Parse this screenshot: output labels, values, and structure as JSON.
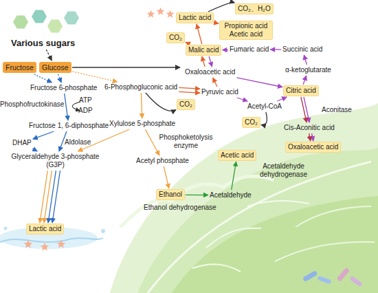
{
  "diagram": {
    "nodes": [
      {
        "text": [
          "Various sugars"
        ]
      },
      {
        "text": [
          "Fructose"
        ]
      },
      {
        "text": [
          "Glucose"
        ]
      },
      {
        "text": [
          "Fructose 6-phosphate"
        ]
      },
      {
        "text": [
          "Fructose 1, 6-diphosphate"
        ]
      },
      {
        "text": [
          "DHAP"
        ]
      },
      {
        "text": [
          "Glyceraldehyde 3-phosphate (G3P)"
        ]
      },
      {
        "text": [
          "Lactic acid"
        ]
      },
      {
        "text": [
          "6-Phosphogluconic acid"
        ]
      },
      {
        "text": [
          "CO₂"
        ]
      },
      {
        "text": [
          "Xylulose 5-phosphate"
        ]
      },
      {
        "text": [
          "Acetyl phosphate"
        ]
      },
      {
        "text": [
          "Ethanol"
        ]
      },
      {
        "text": [
          "Acetaldehyde"
        ]
      },
      {
        "text": [
          "Acetic acid"
        ]
      },
      {
        "text": [
          "Pyruvic acid"
        ]
      },
      {
        "text": [
          "Oxaloacetic acid"
        ]
      },
      {
        "text": [
          "Malic acid"
        ]
      },
      {
        "text": [
          "CO₂"
        ]
      },
      {
        "text": [
          "Lactic acid"
        ]
      },
      {
        "text": [
          "CO₂、H₂O"
        ]
      },
      {
        "text": [
          "Propionic acid Acetic acid"
        ]
      },
      {
        "text": [
          "Fumaric acid"
        ]
      },
      {
        "text": [
          "Succinic acid"
        ]
      },
      {
        "text": [
          "α-ketoglutarate"
        ]
      },
      {
        "text": [
          "Citric acid"
        ]
      },
      {
        "text": [
          "Acetyl-CoA"
        ]
      },
      {
        "text": [
          "CO₂"
        ]
      },
      {
        "text": [
          "Cis-Aconitic acid"
        ]
      },
      {
        "text": [
          "Oxaloacetic acid"
        ]
      }
    ],
    "edges": [
      {
        "from": 0,
        "to": 2,
        "arrow": "to"
      },
      {
        "from": 1,
        "to": 3,
        "arrow": "to"
      },
      {
        "from": 2,
        "to": 3,
        "arrow": "to"
      },
      {
        "from": 2,
        "to": 8,
        "arrow": "to"
      },
      {
        "from": 3,
        "to": 4,
        "arrow": "to"
      },
      {
        "from": 4,
        "to": 5,
        "arrow": "to"
      },
      {
        "from": 4,
        "to": 6,
        "arrow": "to"
      },
      {
        "from": 5,
        "to": 6,
        "arrow": "to"
      },
      {
        "from": 6,
        "to": 7,
        "arrow": "to"
      },
      {
        "from": 6,
        "to": 7,
        "arrow": "to"
      },
      {
        "from": 6,
        "to": 7,
        "arrow": "to"
      },
      {
        "from": 6,
        "to": 7,
        "arrow": "to"
      },
      {
        "from": 8,
        "to": 9,
        "arrow": "to"
      },
      {
        "from": 8,
        "to": 10,
        "arrow": "to"
      },
      {
        "from": 10,
        "to": 6,
        "arrow": "to"
      },
      {
        "from": 10,
        "to": 11,
        "arrow": "to"
      },
      {
        "from": 11,
        "to": 12,
        "arrow": "to"
      },
      {
        "from": 12,
        "to": 13,
        "arrow": "to"
      },
      {
        "from": 13,
        "to": 14,
        "arrow": "to"
      },
      {
        "from": 8,
        "to": 15,
        "arrow": "to"
      },
      {
        "from": 8,
        "to": 15,
        "arrow": "to"
      },
      {
        "from": 15,
        "to": 16,
        "arrow": "to"
      },
      {
        "from": 16,
        "to": 17,
        "arrow": "to"
      },
      {
        "from": 17,
        "to": 18,
        "arrow": "to"
      },
      {
        "from": 17,
        "to": 19,
        "arrow": "to"
      },
      {
        "from": 19,
        "to": 20,
        "arrow": "to"
      },
      {
        "from": 19,
        "to": 21,
        "arrow": "to"
      },
      {
        "from": 17,
        "to": 16,
        "arrow": "to"
      },
      {
        "from": 16,
        "to": 25,
        "arrow": "to"
      },
      {
        "from": 25,
        "to": 24,
        "arrow": "to"
      },
      {
        "from": 24,
        "to": 23,
        "arrow": "to"
      },
      {
        "from": 23,
        "to": 22,
        "arrow": "to"
      },
      {
        "from": 22,
        "to": 17,
        "arrow": "to"
      },
      {
        "from": 15,
        "to": 26,
        "arrow": "to"
      },
      {
        "from": 26,
        "to": 25,
        "arrow": "to"
      },
      {
        "from": 26,
        "to": 27,
        "arrow": "to"
      },
      {
        "from": 25,
        "to": 28,
        "arrow": "to"
      },
      {
        "from": 25,
        "to": 28,
        "arrow": "to"
      },
      {
        "from": 28,
        "to": 29,
        "arrow": "to"
      },
      {
        "from": 28,
        "to": 29,
        "arrow": "to"
      }
    ],
    "labels": [
      "Phosphofructokinase",
      "ATP",
      "ADP",
      "Aldolase",
      "Phosphoketolysis enzyme",
      "Ethanol dehydrogenase",
      "Acetaldehyde dehydrogenase",
      "Aconitase"
    ]
  }
}
